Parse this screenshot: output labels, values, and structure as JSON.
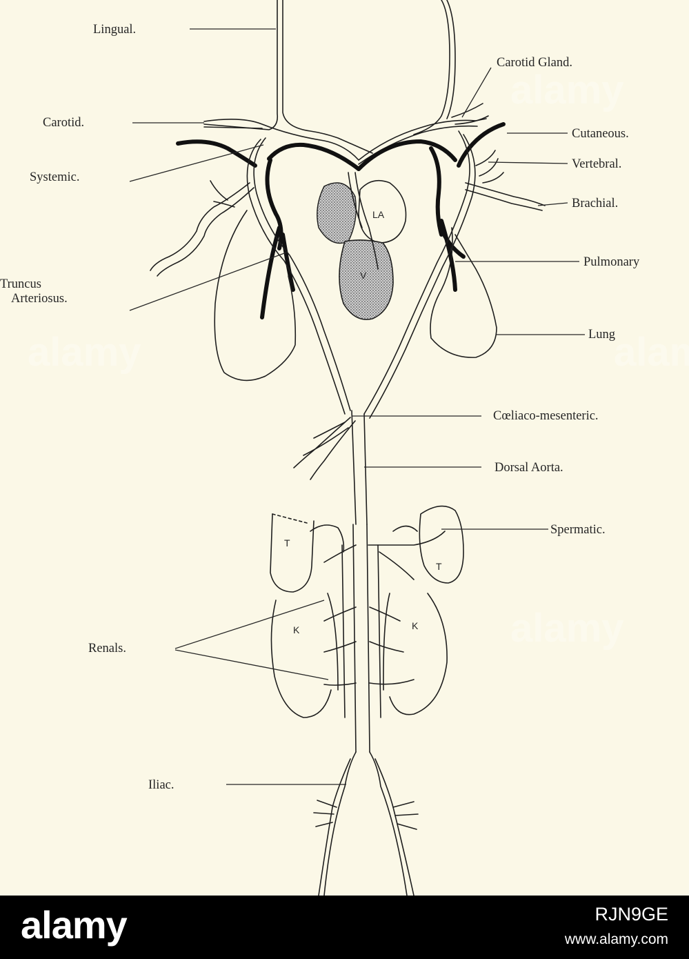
{
  "figure": {
    "labels": {
      "lingual": "Lingual.",
      "carotid_gland": "Carotid Gland.",
      "carotid": "Carotid.",
      "cutaneous": "Cutaneous.",
      "systemic": "Systemic.",
      "vertebral": "Vertebral.",
      "brachial": "Brachial.",
      "pulmonary": "Pulmonary",
      "truncus_line1": "Truncus",
      "truncus_line2": "Arteriosus.",
      "lung": "Lung",
      "coeliaco_mesenteric": "Cœliaco-mesenteric.",
      "dorsal_aorta": "Dorsal Aorta.",
      "spermatic": "Spermatic.",
      "renals": "Renals.",
      "iliac": "Iliac."
    },
    "organ_marks": {
      "left_atrium": "LA",
      "ventricle": "V",
      "testis_left": "T",
      "testis_right": "T",
      "kidney_left": "K",
      "kidney_right": "K"
    },
    "colors": {
      "background": "#fbf8e7",
      "ink": "#1e1e1e",
      "stipple": "#7a7a7a"
    }
  },
  "watermark": {
    "text": "alamy"
  },
  "footer": {
    "logo": "alamy",
    "image_id": "RJN9GE",
    "url": "www.alamy.com"
  }
}
